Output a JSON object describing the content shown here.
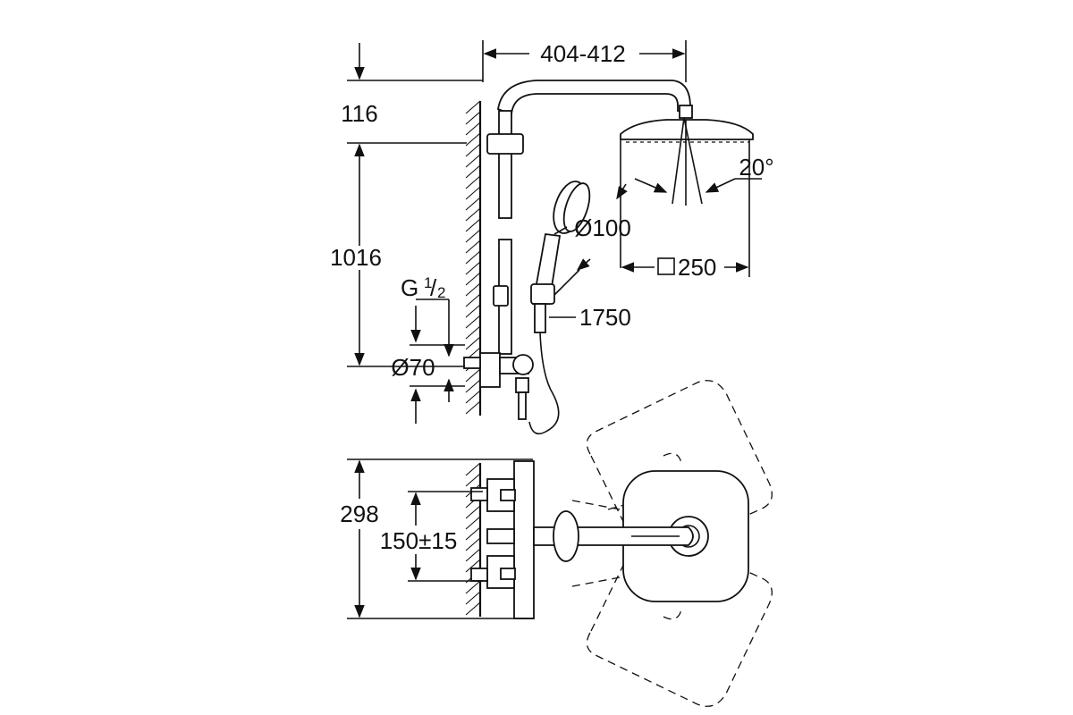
{
  "dimensions": {
    "rail_width": "404-412",
    "top_height": "116",
    "mount_height": "1016",
    "connection_thread": "G",
    "thread_num": "1",
    "thread_den": "2",
    "mixer_diameter": "Ø70",
    "hand_shower_diameter": "Ø100",
    "head_angle": "20°",
    "head_size": "250",
    "hose_length": "1750",
    "projection": "298",
    "centers": "150±15"
  },
  "colors": {
    "line": "#111111",
    "background": "#ffffff"
  }
}
